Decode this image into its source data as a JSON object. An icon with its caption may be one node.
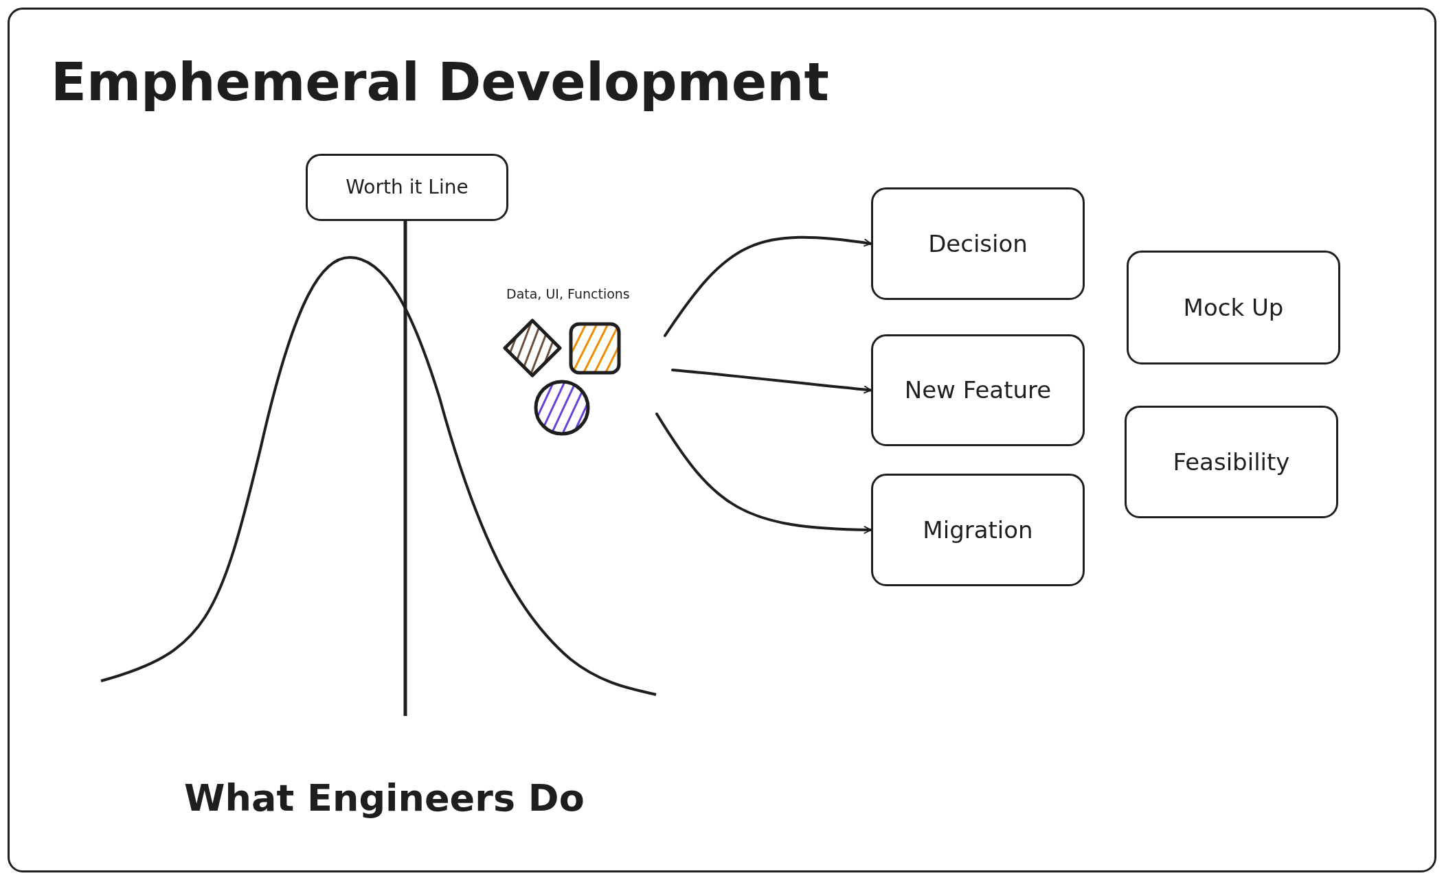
{
  "diagram": {
    "title": "Emphemeral Development",
    "nodes": [
      {
        "text": [
          "Worth it Line"
        ]
      },
      {
        "text": [
          "Decision"
        ]
      },
      {
        "text": [
          "New Feature"
        ]
      },
      {
        "text": [
          "Migration"
        ]
      },
      {
        "text": [
          "Mock Up"
        ]
      },
      {
        "text": [
          "Feasibility"
        ]
      }
    ],
    "edges": [
      {
        "from": null,
        "to": 1,
        "arrow": "to"
      },
      {
        "from": null,
        "to": 2,
        "arrow": "to"
      },
      {
        "from": null,
        "to": 3,
        "arrow": "to"
      }
    ],
    "labels": [
      "Data, UI, Functions",
      "What Engineers Do"
    ]
  }
}
